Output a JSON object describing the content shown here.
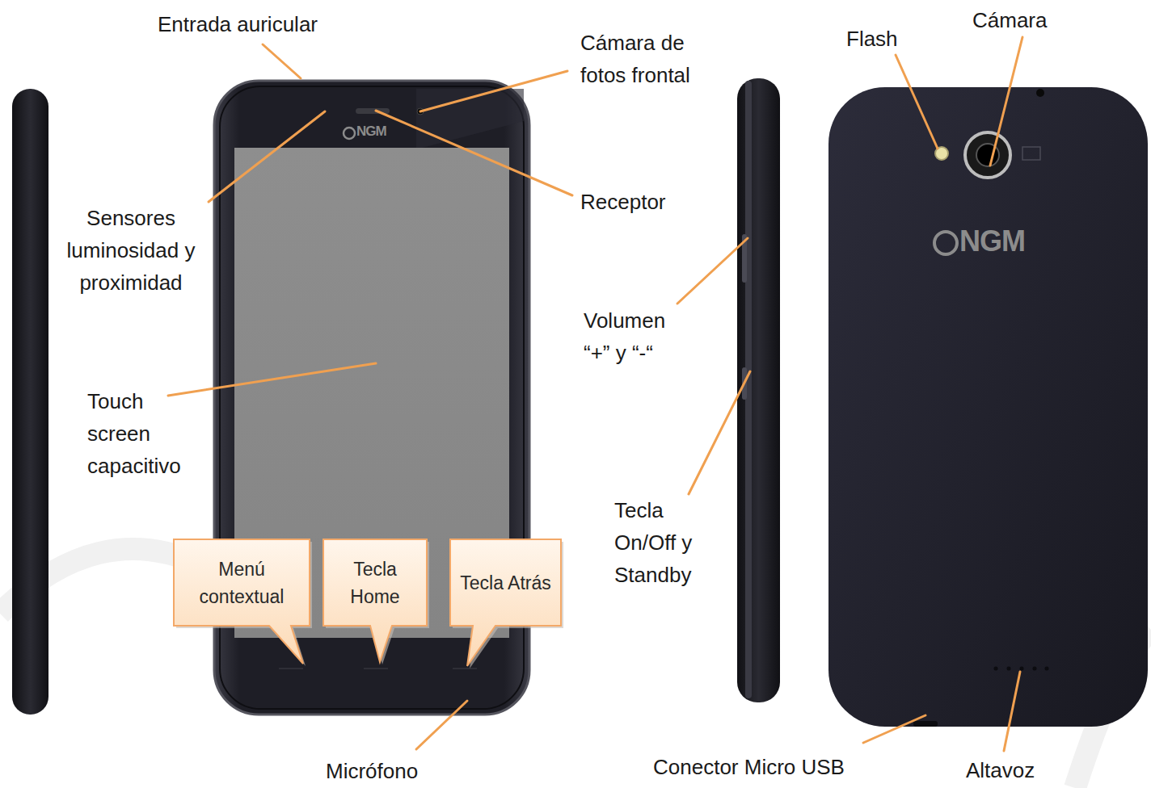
{
  "diagram": {
    "nodes": [
      {
        "text": [
          "Menú contextual"
        ]
      },
      {
        "text": [
          "Tecla Home"
        ]
      },
      {
        "text": [
          "Tecla Atrás"
        ]
      }
    ],
    "labels": [
      "Entrada auricular",
      "Cámara de fotos frontal",
      "Flash",
      "Cámara",
      "NGM",
      "Sensores luminosidad y proximidad",
      "Receptor",
      "NGM",
      "Volumen “+” y “-“",
      "Touch screen capacitivo",
      "Tecla On/Off y Standby",
      "Micrófono",
      "Conector Micro USB",
      "Altavoz"
    ]
  }
}
